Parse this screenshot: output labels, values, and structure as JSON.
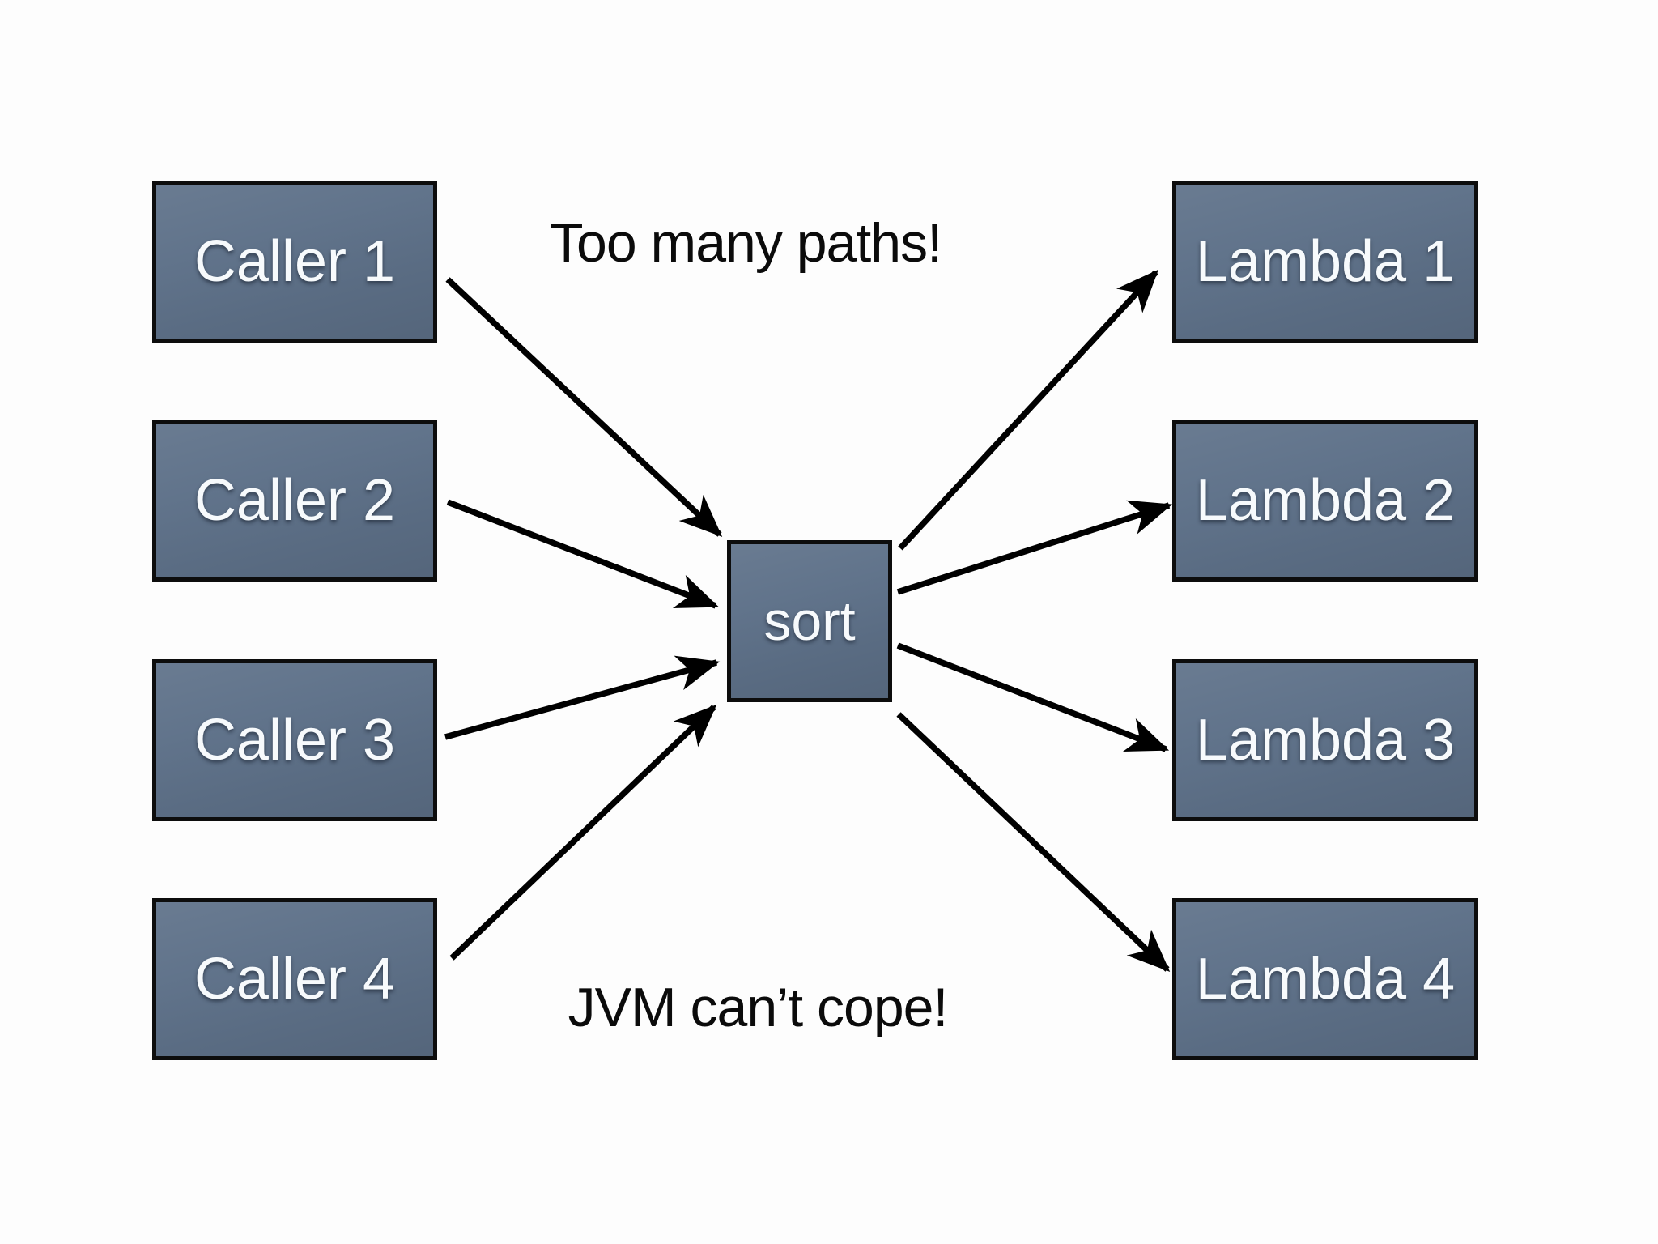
{
  "slide": {
    "caption_top": "Too many paths!",
    "caption_bottom": "JVM can’t cope!",
    "nodes": {
      "callers": [
        {
          "id": "caller-1",
          "label": "Caller 1"
        },
        {
          "id": "caller-2",
          "label": "Caller 2"
        },
        {
          "id": "caller-3",
          "label": "Caller 3"
        },
        {
          "id": "caller-4",
          "label": "Caller 4"
        }
      ],
      "center": {
        "id": "sort",
        "label": "sort"
      },
      "lambdas": [
        {
          "id": "lambda-1",
          "label": "Lambda 1"
        },
        {
          "id": "lambda-2",
          "label": "Lambda 2"
        },
        {
          "id": "lambda-3",
          "label": "Lambda 3"
        },
        {
          "id": "lambda-4",
          "label": "Lambda 4"
        }
      ]
    },
    "edges": [
      {
        "from": "caller-1",
        "to": "sort"
      },
      {
        "from": "caller-2",
        "to": "sort"
      },
      {
        "from": "caller-3",
        "to": "sort"
      },
      {
        "from": "caller-4",
        "to": "sort"
      },
      {
        "from": "sort",
        "to": "lambda-1"
      },
      {
        "from": "sort",
        "to": "lambda-2"
      },
      {
        "from": "sort",
        "to": "lambda-3"
      },
      {
        "from": "sort",
        "to": "lambda-4"
      }
    ],
    "colors": {
      "background": "#fdfdfd",
      "node_fill": "#5e7189",
      "node_border": "#0d0d0d",
      "node_text": "#f7fafc",
      "caption_text": "#0b0b0b",
      "arrow": "#000000"
    }
  }
}
